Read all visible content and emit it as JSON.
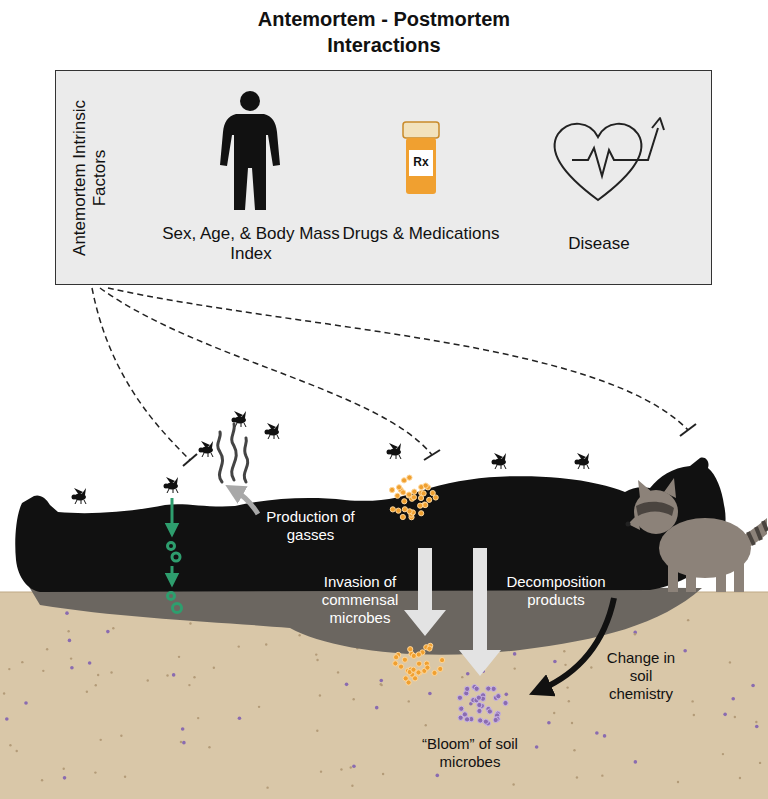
{
  "diagram": {
    "title": "Antemortem - Postmortem Interactions",
    "nodes": [
      {
        "text": [
          "Antemortem Intrinsic Factors"
        ]
      },
      {
        "text": [
          "Sex, Age, & Body Mass Index"
        ],
        "in": 0
      },
      {
        "text": [
          "Drugs & Medications"
        ],
        "in": 0
      },
      {
        "text": [
          "Disease"
        ],
        "in": 0
      }
    ],
    "labels": [
      "Rx",
      "Production of gasses",
      "Invasion of commensal microbes",
      "Decomposition products",
      "Change in soil chemistry",
      "“Bloom” of soil microbes"
    ]
  }
}
